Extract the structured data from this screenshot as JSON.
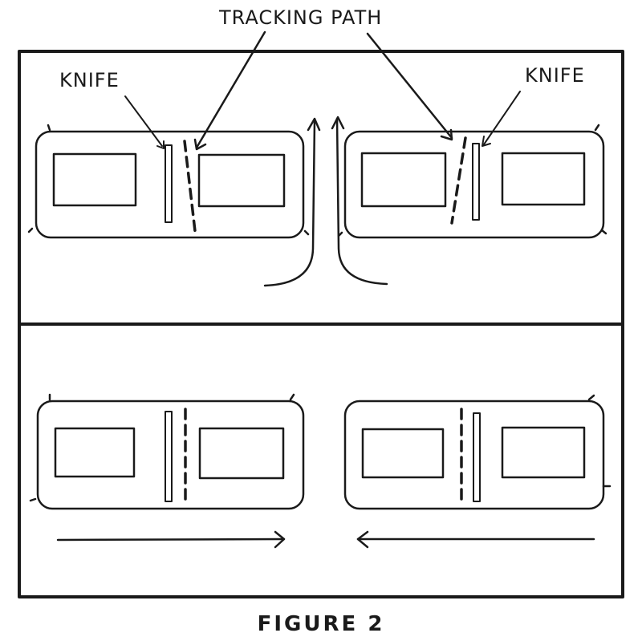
{
  "labels": {
    "tracking_path": "TRACKING PATH",
    "knife_left": "KNIFE",
    "knife_right": "KNIFE"
  },
  "caption": "FIGURE 2",
  "colors": {
    "ink": "#1a1a1a",
    "paper": "#ffffff"
  }
}
